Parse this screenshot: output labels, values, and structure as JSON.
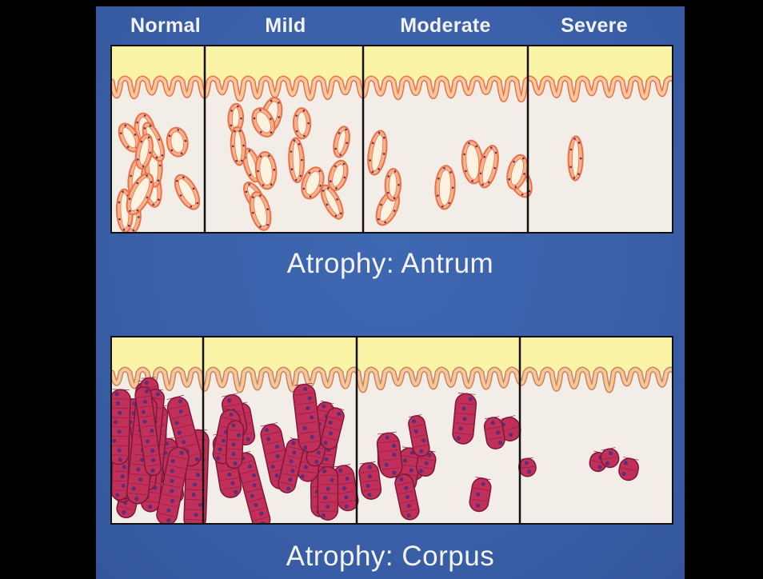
{
  "grades": [
    "Normal",
    "Mild",
    "Moderate",
    "Severe"
  ],
  "panels": [
    {
      "caption": "Atrophy:  Antrum",
      "type": "antrum"
    },
    {
      "caption": "Atrophy:  Corpus",
      "type": "corpus"
    }
  ],
  "colors": {
    "background": "#3a5fa8",
    "surface_epithelium": "#fbf3a6",
    "gland_outline": "#e8734a",
    "gland_fill": "#f7b08a",
    "parietal_gland": "#c2305a",
    "parietal_nucleus": "#5a2f7a",
    "lamina_propria": "#f3ede7"
  }
}
